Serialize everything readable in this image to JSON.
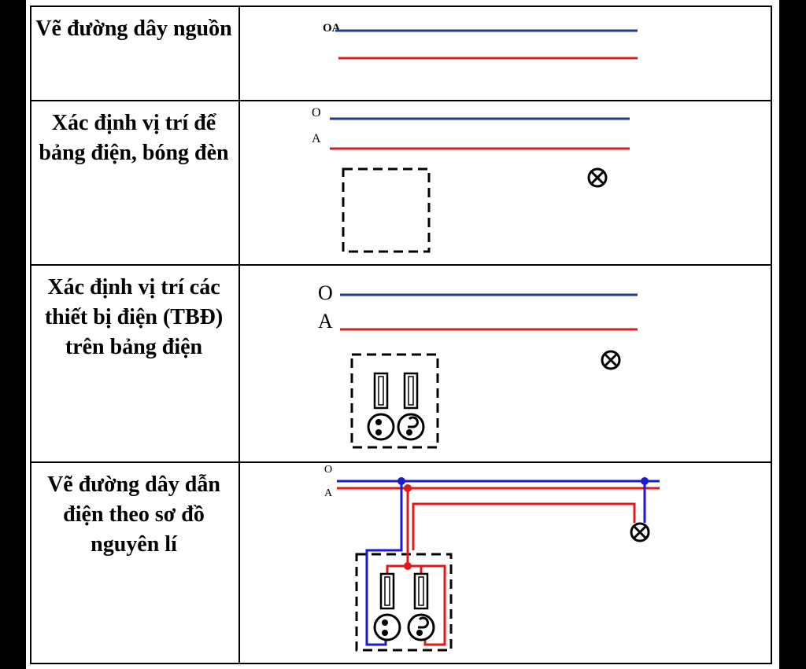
{
  "rows": [
    {
      "label": "Vẽ đường dây nguồn"
    },
    {
      "label": "Xác định vị trí để bảng điện, bóng đèn"
    },
    {
      "label": "Xác định vị trí các thiết bị điện (TBĐ) trên bảng điện"
    },
    {
      "label": "Vẽ đường dây dẫn điện theo sơ đồ nguyên lí"
    }
  ],
  "wire_labels": {
    "row1": "OA",
    "neutral": "O",
    "phase": "A"
  },
  "colors": {
    "neutral_wire": "#1f3a8f",
    "phase_wire": "#d22020",
    "wiring_blue": "#1a1ad6",
    "wiring_red": "#e01a1a"
  },
  "icons": [
    "lamp-icon",
    "fuse-icon",
    "socket-icon"
  ]
}
